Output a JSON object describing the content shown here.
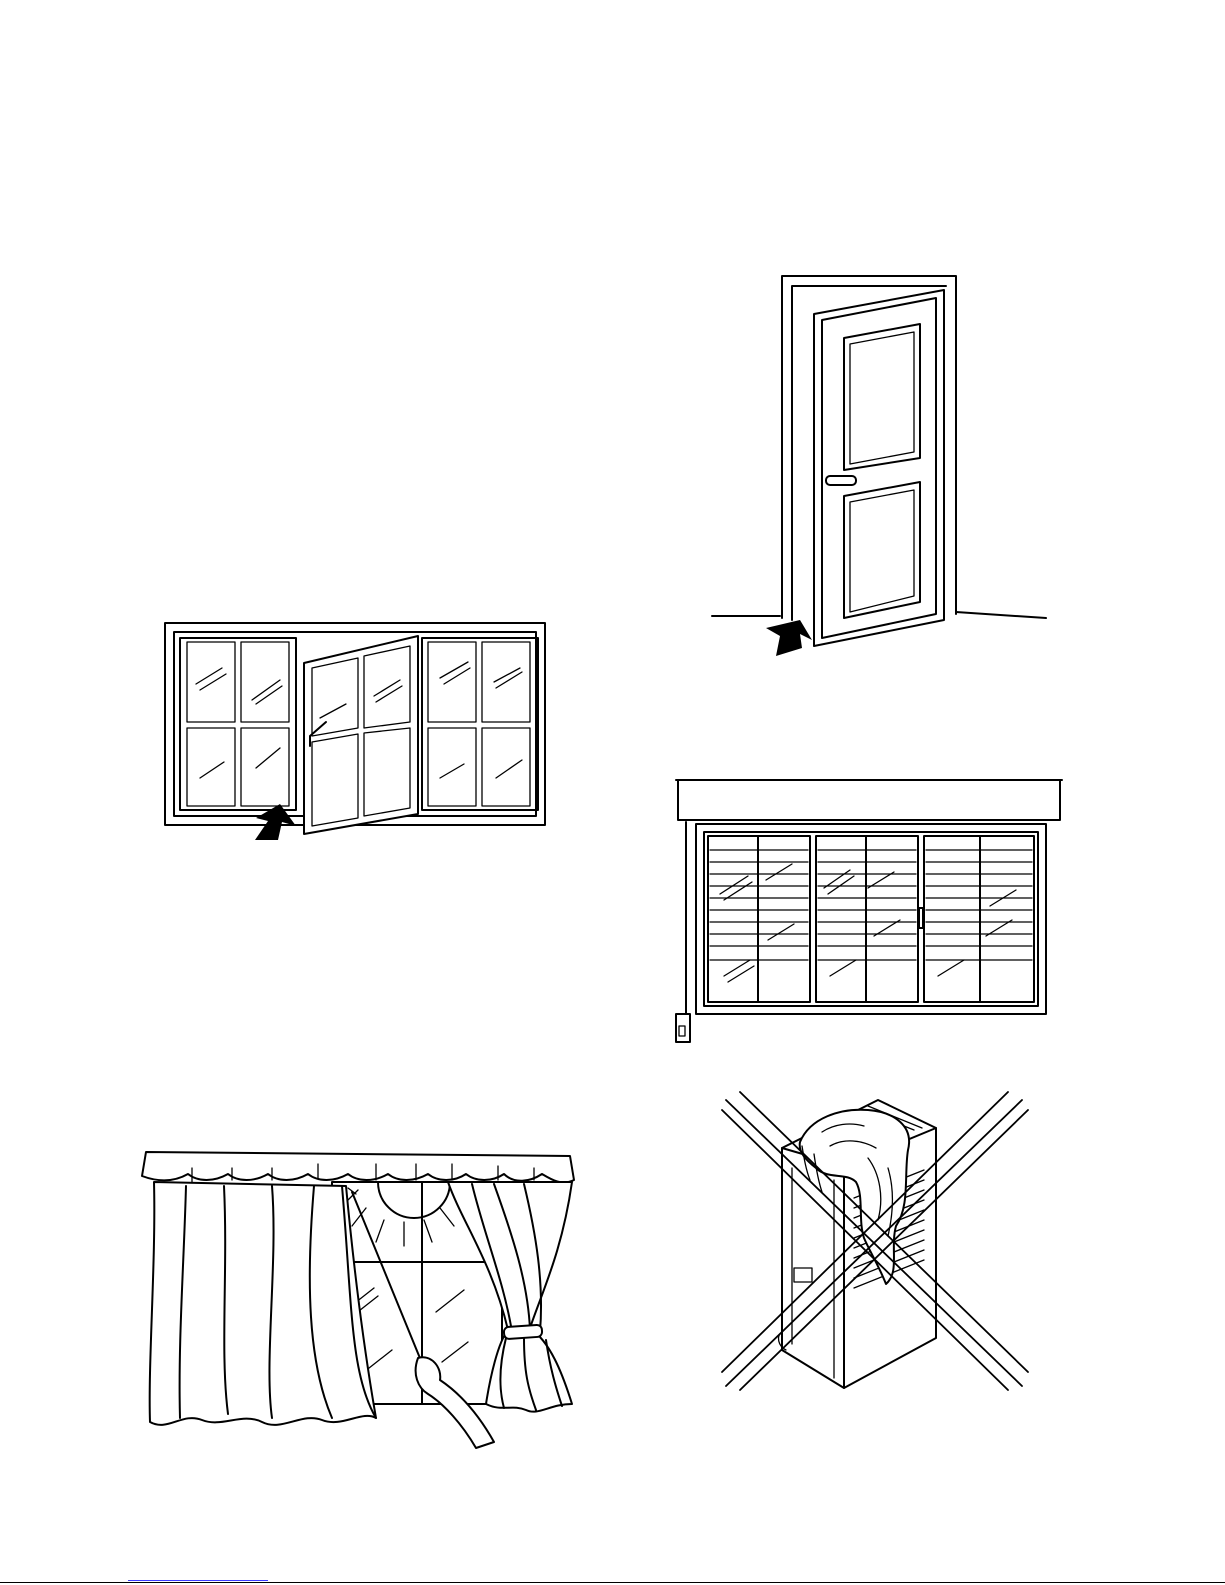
{
  "page": {
    "background": "#ffffff",
    "ink": "#000000"
  },
  "illustrations": [
    {
      "id": "open-casement-window",
      "icon": "open-window-icon",
      "arrow": "air-inlet-arrow-icon"
    },
    {
      "id": "open-door",
      "icon": "open-door-icon",
      "arrow": "air-inlet-arrow-icon"
    },
    {
      "id": "window-with-blinds",
      "icon": "window-blinds-icon"
    },
    {
      "id": "window-with-curtains",
      "icon": "curtain-icon"
    },
    {
      "id": "covered-unit-prohibited",
      "icon": "covered-appliance-icon",
      "mark": "cross-out-icon"
    }
  ],
  "footer": {
    "link_color": "#3a3aff"
  }
}
